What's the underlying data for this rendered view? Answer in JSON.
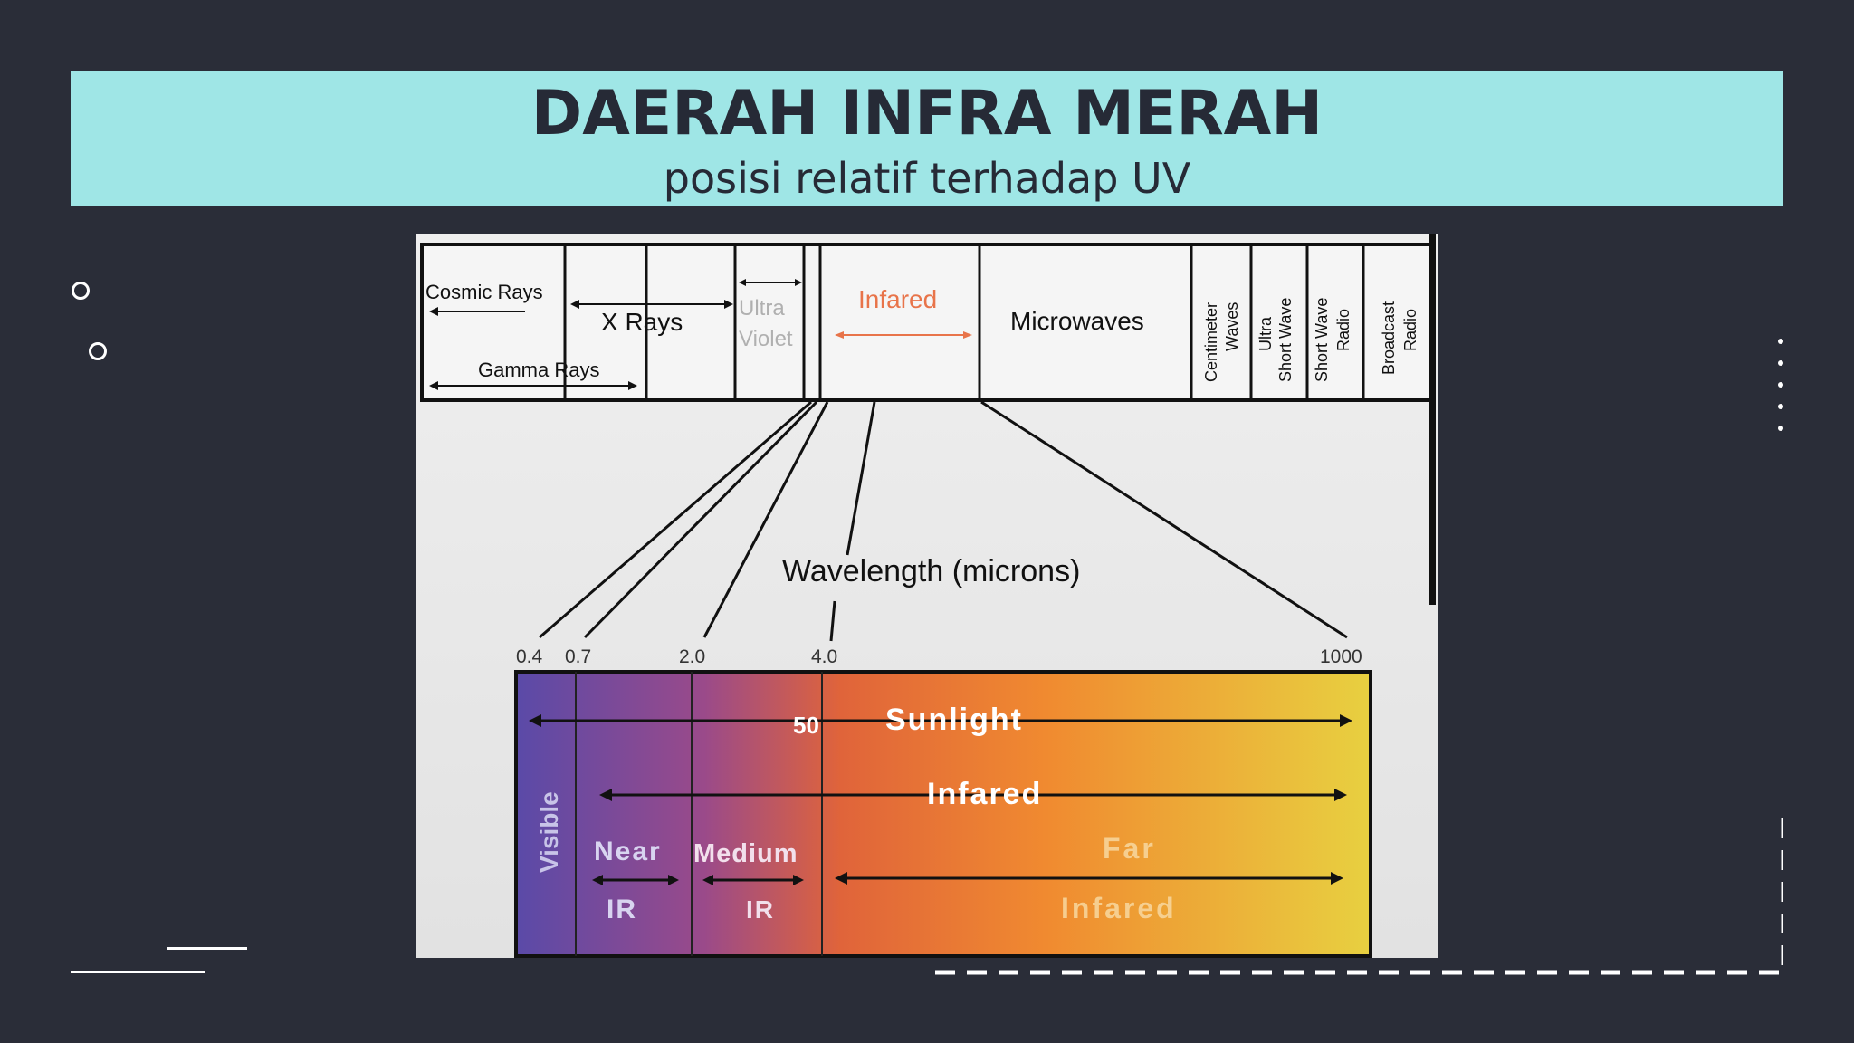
{
  "slide": {
    "title": "DAERAH INFRA MERAH",
    "subtitle": "posisi relatif terhadap UV"
  },
  "diagram": {
    "top_bands": [
      "Cosmic Rays",
      "Gamma Rays",
      "X Rays",
      "Ultra",
      "Violet",
      "Infared",
      "Microwaves",
      "Centimeter",
      "Waves",
      "Ultra",
      "Short Wave",
      "Short Wave",
      "Radio",
      "Broadcast",
      "Radio"
    ],
    "wavelength_label": "Wavelength (microns)",
    "ticks": [
      "0.4",
      "0.7",
      "2.0",
      "4.0",
      "1000"
    ],
    "spectrum": {
      "visible": "Visible",
      "marker_50": "50",
      "sunlight": "Sunlight",
      "infrared": "Infared",
      "near": "Near",
      "ir1": "IR",
      "medium": "Medium",
      "ir2": "IR",
      "far": "Far",
      "far_infrared": "Infared"
    },
    "colors": {
      "infrared_label": "#e8744a",
      "ultraviolet_label": "#b0b0b0",
      "gradient_start": "#5a4aa8",
      "gradient_mid1": "#9a4a8a",
      "gradient_mid2": "#e0643a",
      "gradient_mid3": "#f08a30",
      "gradient_end": "#e8d040"
    }
  }
}
